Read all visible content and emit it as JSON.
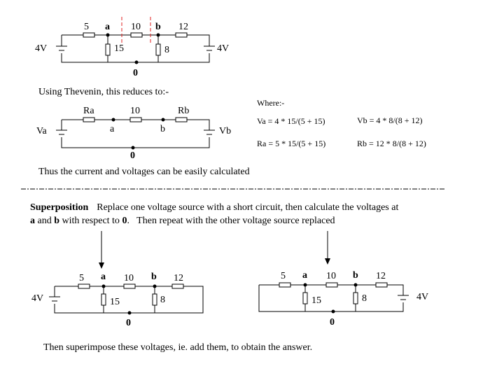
{
  "circuit1": {
    "r_left": "5",
    "r_mid": "10",
    "r_right": "12",
    "r_a": "15",
    "r_b": "8",
    "node_a": "a",
    "node_b": "b",
    "source_left": "4V",
    "source_right": "4V",
    "ground": "0"
  },
  "thevenin_text": "Using Thevenin, this reduces to:-",
  "circuit2": {
    "r_left": "Ra",
    "r_mid": "10",
    "r_right": "Rb",
    "node_a": "a",
    "node_b": "b",
    "source_left": "Va",
    "source_right": "Vb",
    "ground": "0"
  },
  "where": {
    "label": "Where:-",
    "va": "Va = 4 * 15/(5 + 15)",
    "vb": "Vb = 4 * 8/(8 + 12)",
    "ra": "Ra = 5 * 15/(5 + 15)",
    "rb": "Rb = 12 * 8/(8 + 12)"
  },
  "thus_text": "Thus the current and voltages can be easily calculated",
  "superposition": {
    "title": "Superposition",
    "line1": "Replace one voltage source with a short circuit, then calculate the voltages at",
    "line2_a": "a",
    "line2_and": " and ",
    "line2_b": "b",
    "line2_resp": " with respect to ",
    "line2_0": "0",
    "line2_rest": ".   Then repeat with the other voltage source replaced"
  },
  "circuit3": {
    "r_left": "5",
    "r_mid": "10",
    "r_right": "12",
    "r_a": "15",
    "r_b": "8",
    "node_a": "a",
    "node_b": "b",
    "source": "4V",
    "ground": "0"
  },
  "circuit4": {
    "r_left": "5",
    "r_mid": "10",
    "r_right": "12",
    "r_a": "15",
    "r_b": "8",
    "node_a": "a",
    "node_b": "b",
    "source": "4V",
    "ground": "0"
  },
  "final_text": "Then superimpose these voltages, ie. add them, to obtain the answer."
}
